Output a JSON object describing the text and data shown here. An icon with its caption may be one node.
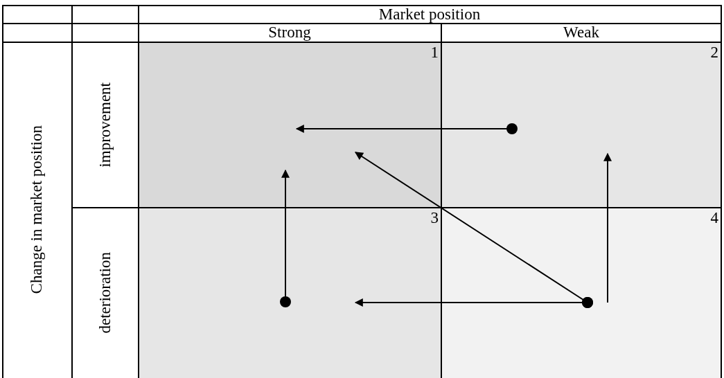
{
  "diagram": {
    "nodes": [
      {
        "text": [
          "1"
        ]
      },
      {
        "text": [
          "2"
        ]
      },
      {
        "text": [
          "3"
        ]
      },
      {
        "text": [
          "4"
        ]
      }
    ],
    "edges": [
      {
        "from": 1,
        "to": 0,
        "arrow": "to"
      },
      {
        "from": 2,
        "to": 0,
        "arrow": "to"
      },
      {
        "from": 3,
        "to": 0,
        "arrow": "to"
      },
      {
        "from": 3,
        "to": 2,
        "arrow": "to"
      },
      {
        "from": 3,
        "to": 1,
        "arrow": "to"
      }
    ],
    "labels": [
      "Market position",
      "Strong",
      "Weak",
      "Change in market position",
      "improvement",
      "deterioration"
    ]
  }
}
